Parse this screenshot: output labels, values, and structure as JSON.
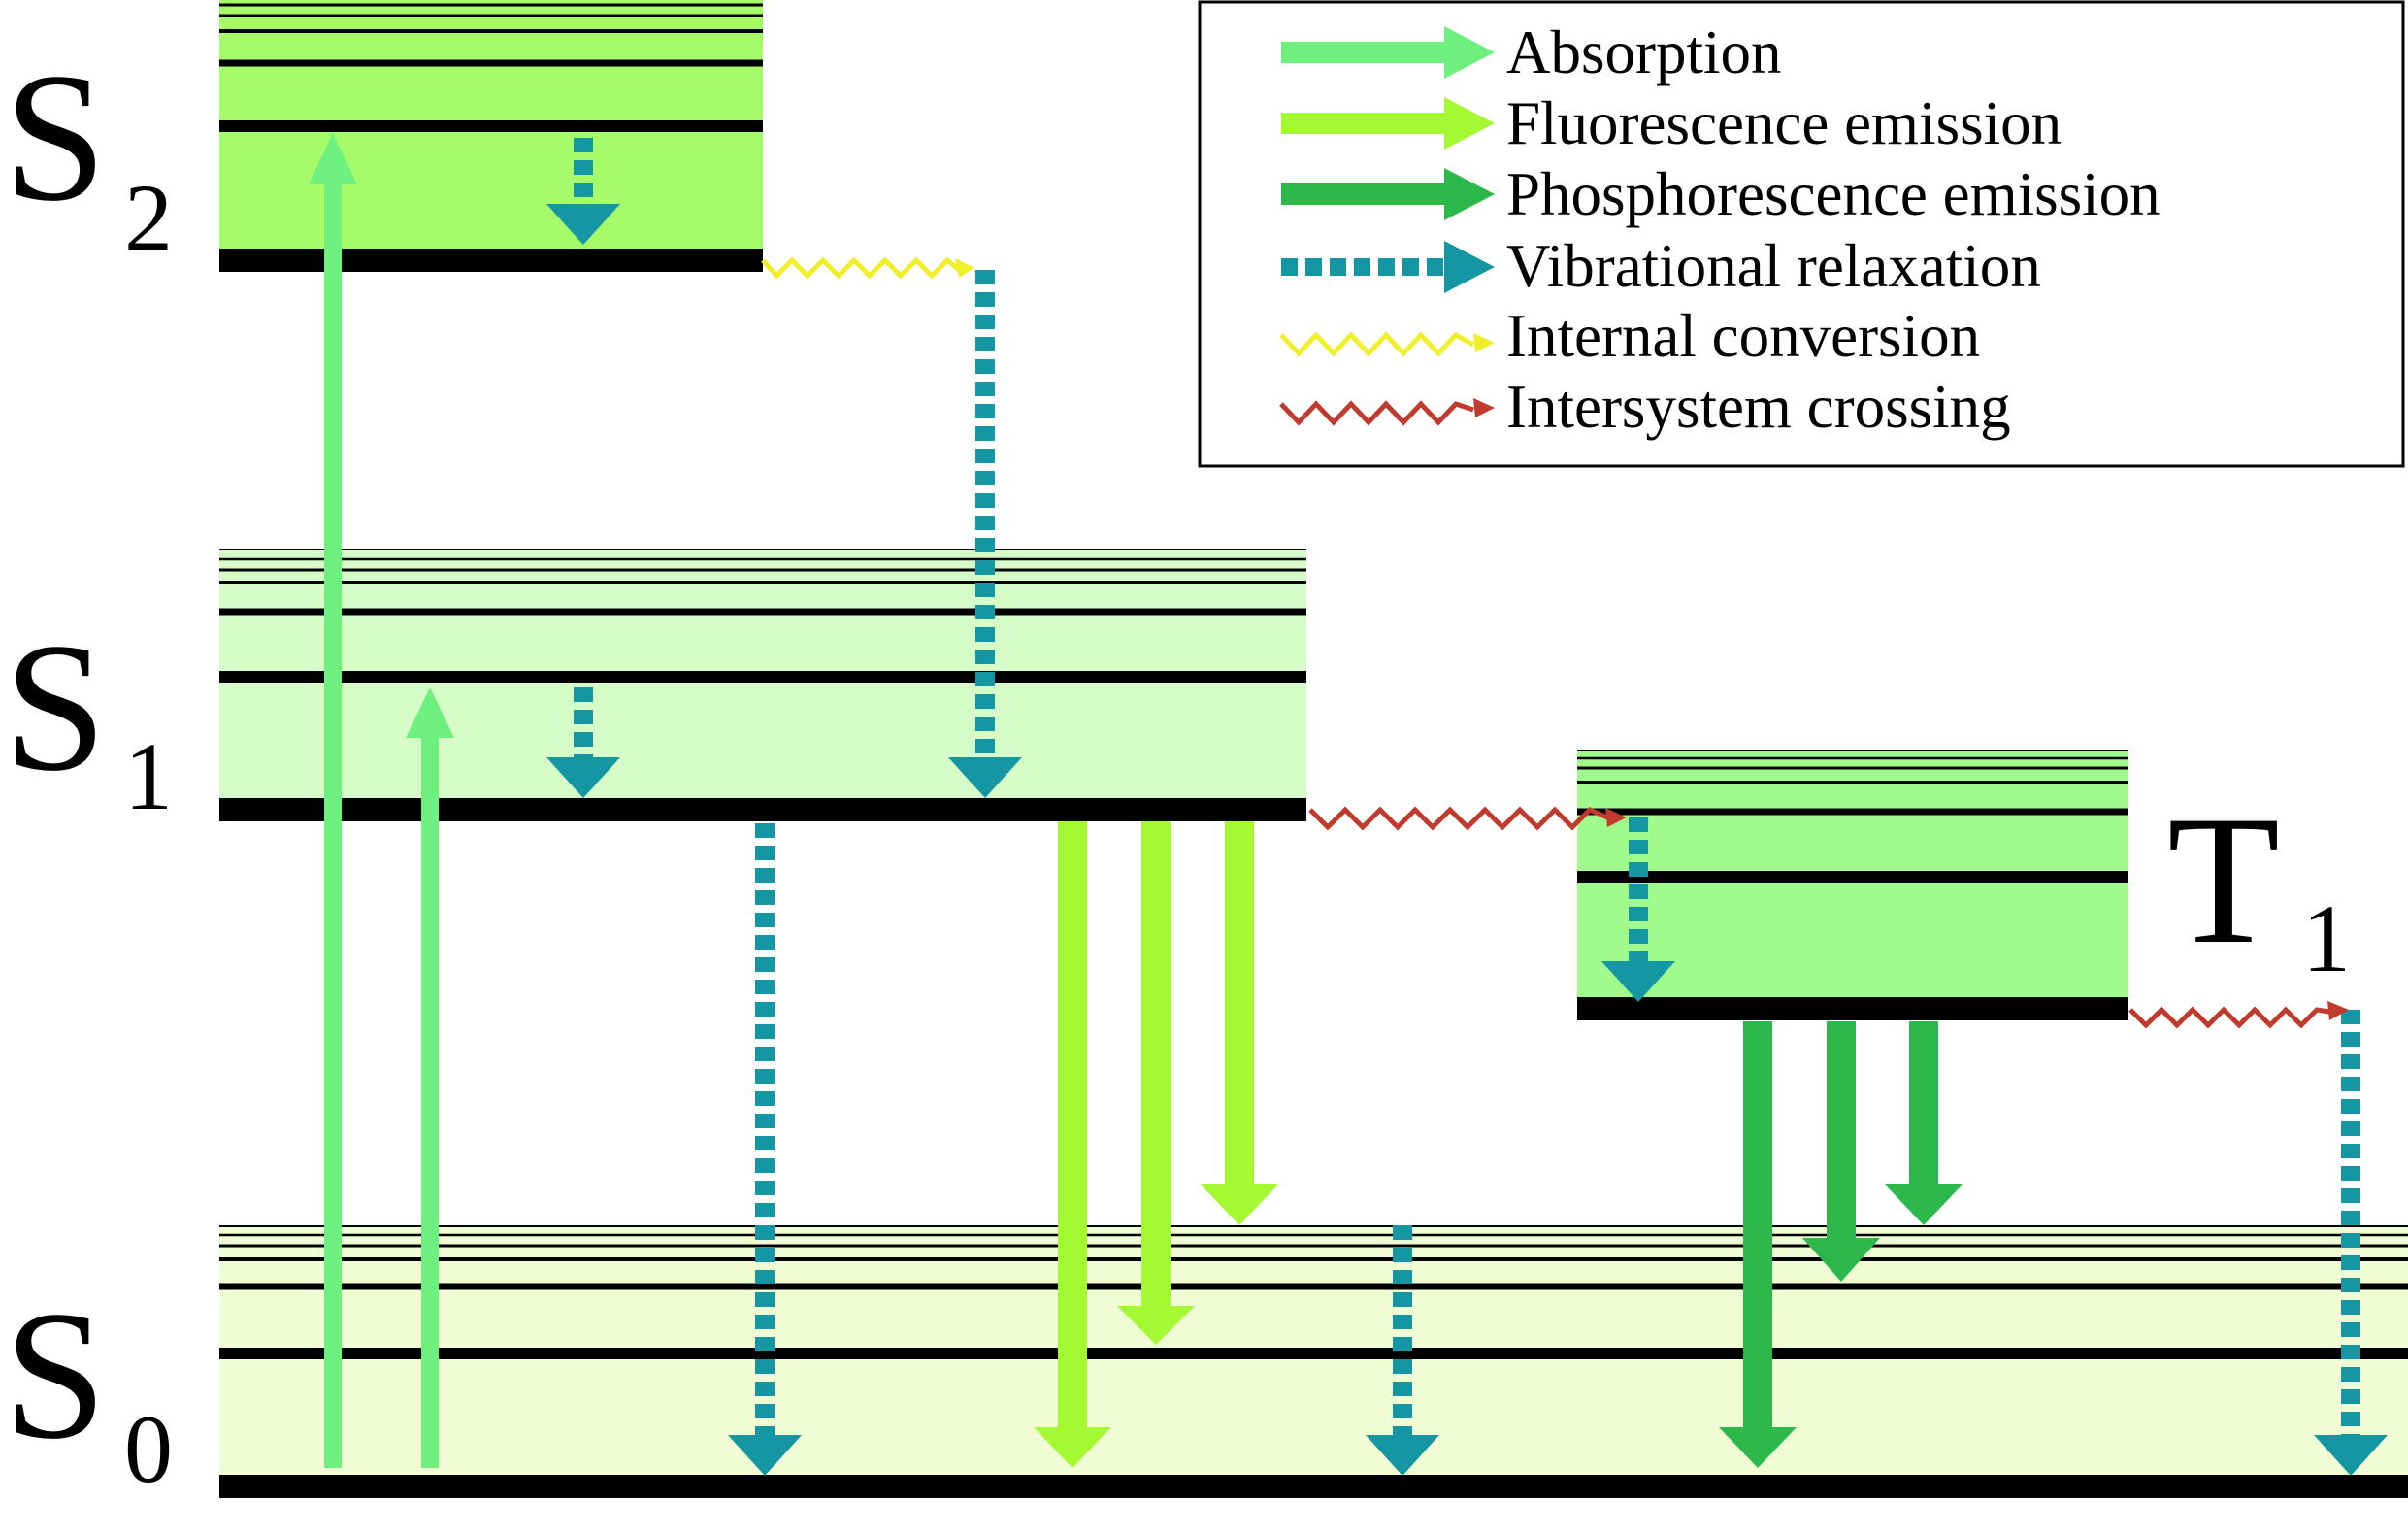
{
  "states": [
    {
      "id": "S0",
      "letter": "S",
      "sub": "0",
      "fill": "#f0fdd4"
    },
    {
      "id": "S1",
      "letter": "S",
      "sub": "1",
      "fill": "#d6fdc8"
    },
    {
      "id": "S2",
      "letter": "S",
      "sub": "2",
      "fill": "#a6fb6a"
    },
    {
      "id": "T1",
      "letter": "T",
      "sub": "1",
      "fill": "#a0fb8c"
    }
  ],
  "legend": [
    {
      "key": "absorption",
      "label": "Absorption",
      "icon": "solid-arrow-icon",
      "color": "#6df07e"
    },
    {
      "key": "fluorescence",
      "label": "Fluorescence emission",
      "icon": "solid-arrow-icon",
      "color": "#a5f932"
    },
    {
      "key": "phosphorescence",
      "label": "Phosphorescence emission",
      "icon": "solid-arrow-icon",
      "color": "#2db84c"
    },
    {
      "key": "vibrational",
      "label": "Vibrational relaxation",
      "icon": "dashed-arrow-icon",
      "color": "#1596a3"
    },
    {
      "key": "internal",
      "label": "Internal conversion",
      "icon": "wavy-arrow-icon",
      "color": "#f0ef2c"
    },
    {
      "key": "intersystem",
      "label": "Intersystem crossing",
      "icon": "wavy-arrow-icon",
      "color": "#c03a2e"
    }
  ]
}
